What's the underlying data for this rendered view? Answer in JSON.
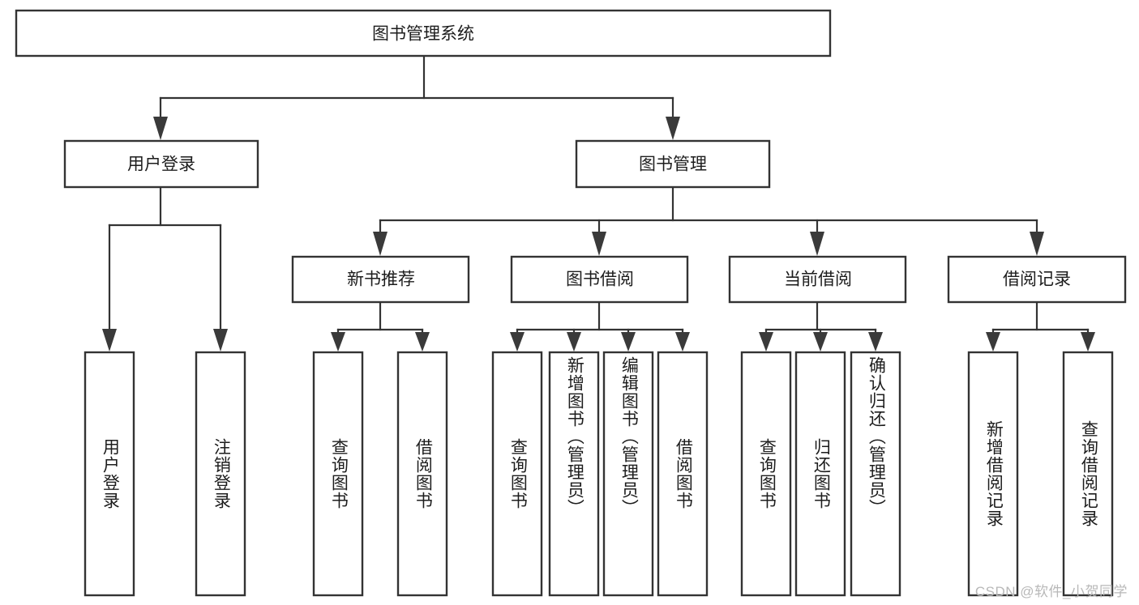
{
  "diagram": {
    "title_node": {
      "label": "图书管理系统"
    },
    "level2": [
      {
        "label": "用户登录"
      },
      {
        "label": "图书管理"
      }
    ],
    "level3": [
      {
        "label": "新书推荐"
      },
      {
        "label": "图书借阅"
      },
      {
        "label": "当前借阅"
      },
      {
        "label": "借阅记录"
      }
    ],
    "leaves": {
      "user_login": [
        {
          "label": "用户登录"
        },
        {
          "label": "注销登录"
        }
      ],
      "new_book_recommend": [
        {
          "label": "查询图书"
        },
        {
          "label": "借阅图书"
        }
      ],
      "book_borrow": [
        {
          "label": "查询图书"
        },
        {
          "label": "新增图书（管理员）"
        },
        {
          "label": "编辑图书（管理员）"
        },
        {
          "label": "借阅图书"
        }
      ],
      "current_borrow": [
        {
          "label": "查询图书"
        },
        {
          "label": "归还图书"
        },
        {
          "label": "确认归还（管理员）"
        }
      ],
      "borrow_record": [
        {
          "label": "新增借阅记录"
        },
        {
          "label": "查询借阅记录"
        }
      ]
    }
  },
  "watermark": {
    "text": "CSDN @软件_小贺同学"
  },
  "colors": {
    "box_stroke": "#333333",
    "box_fill": "#ffffff",
    "text": "#1d1d1d",
    "watermark": "#b8b8b8"
  }
}
